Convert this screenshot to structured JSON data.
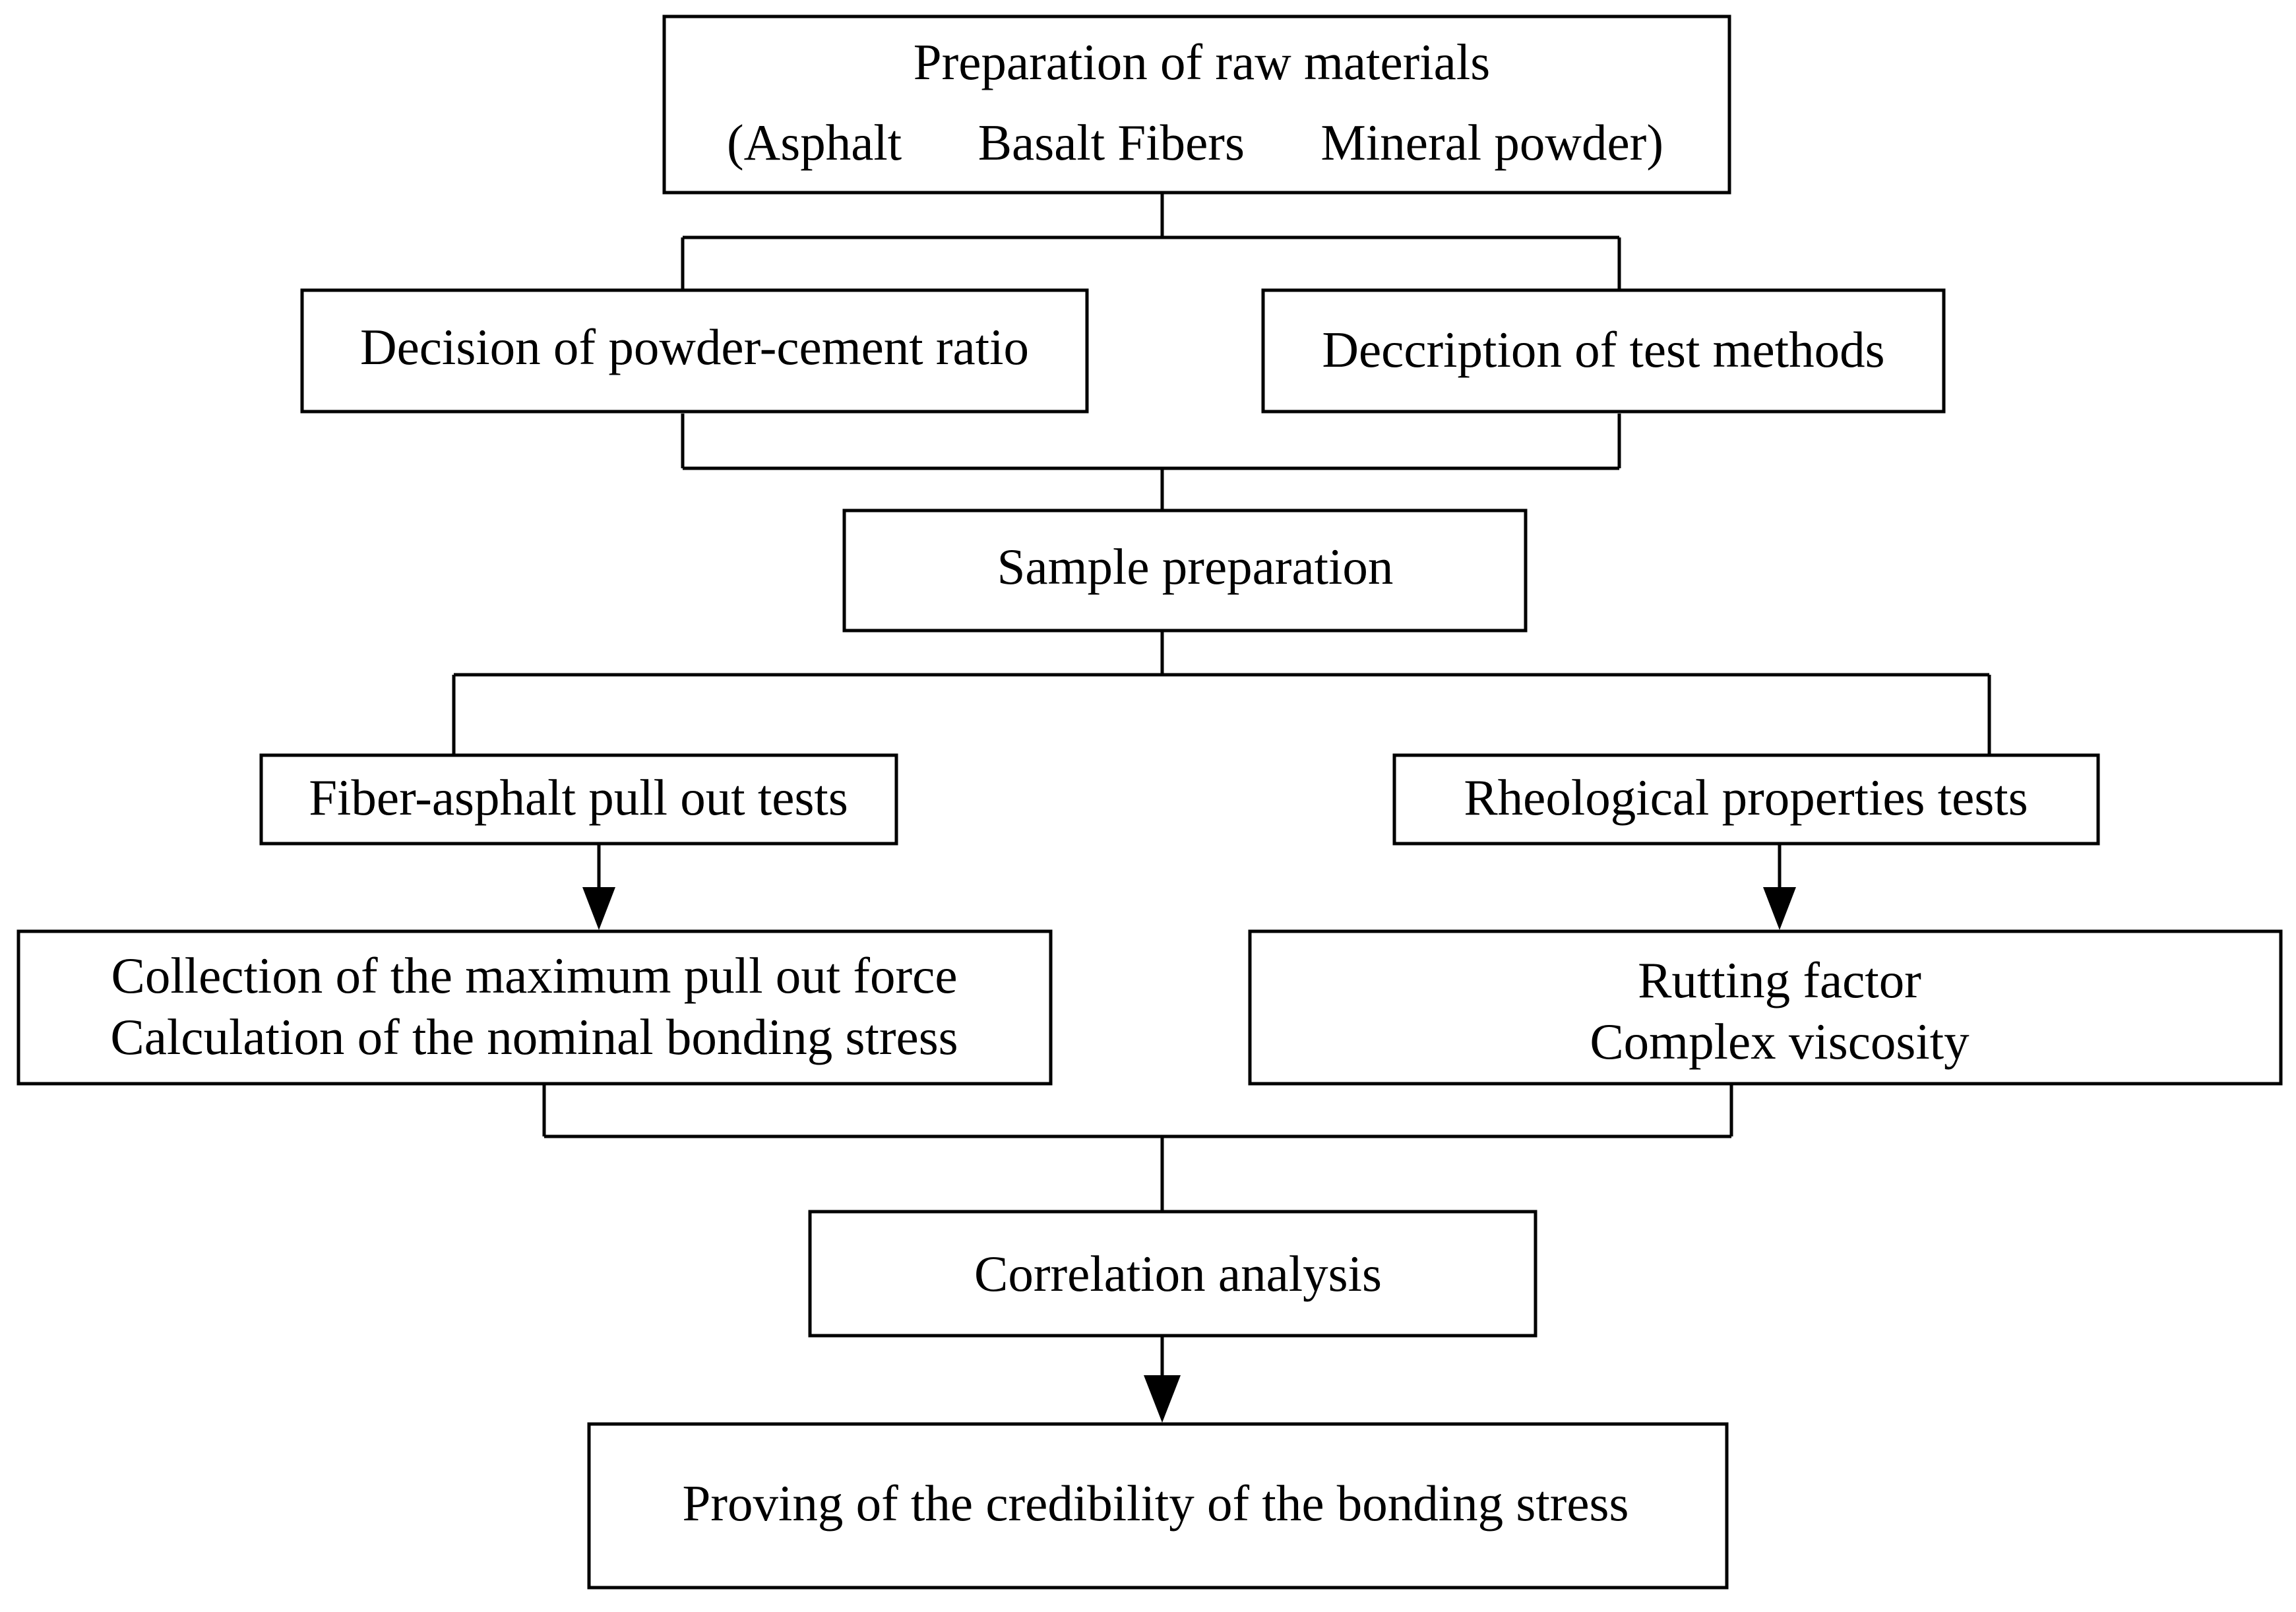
{
  "diagram": {
    "raw_materials": {
      "title": "Preparation of raw materials",
      "items": "(Asphalt      Basalt Fibers      Mineral powder)"
    },
    "powder_ratio": "Decision of powder-cement ratio",
    "test_methods": "Deccription of test methods",
    "sample_prep": "Sample preparation",
    "pull_out_tests": "Fiber-asphalt pull out tests",
    "rheological_tests": "Rheological properties tests",
    "collection": {
      "line1": "Collection of the maximum pull out force",
      "line2": "Calculation of the nominal bonding stress"
    },
    "rutting": {
      "line1": "Rutting factor",
      "line2": "Complex viscosity"
    },
    "correlation": "Correlation analysis",
    "credibility": "Proving of the credibility of the bonding stress"
  }
}
